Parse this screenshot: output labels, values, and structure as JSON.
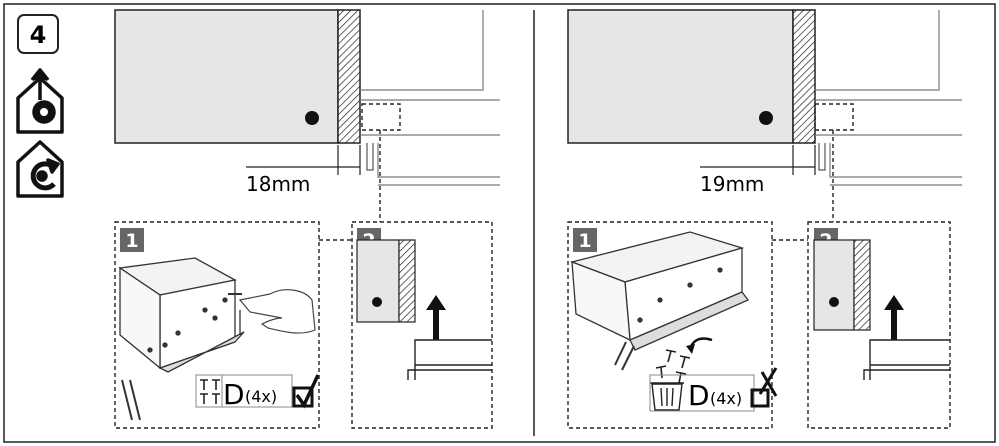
{
  "step_number": "4",
  "left_panel": {
    "dimension": "18mm",
    "detail_1": "1",
    "detail_2": "2",
    "screw_letter": "D",
    "screw_qty": "(4x)"
  },
  "right_panel": {
    "dimension": "19mm",
    "detail_1": "1",
    "detail_2": "2",
    "screw_letter": "D",
    "screw_qty": "(4x)"
  },
  "icons": [
    "duct-out-icon",
    "recirculation-icon",
    "checkmark-icon",
    "cross-icon",
    "screws-icon",
    "trash-bin-icon"
  ]
}
